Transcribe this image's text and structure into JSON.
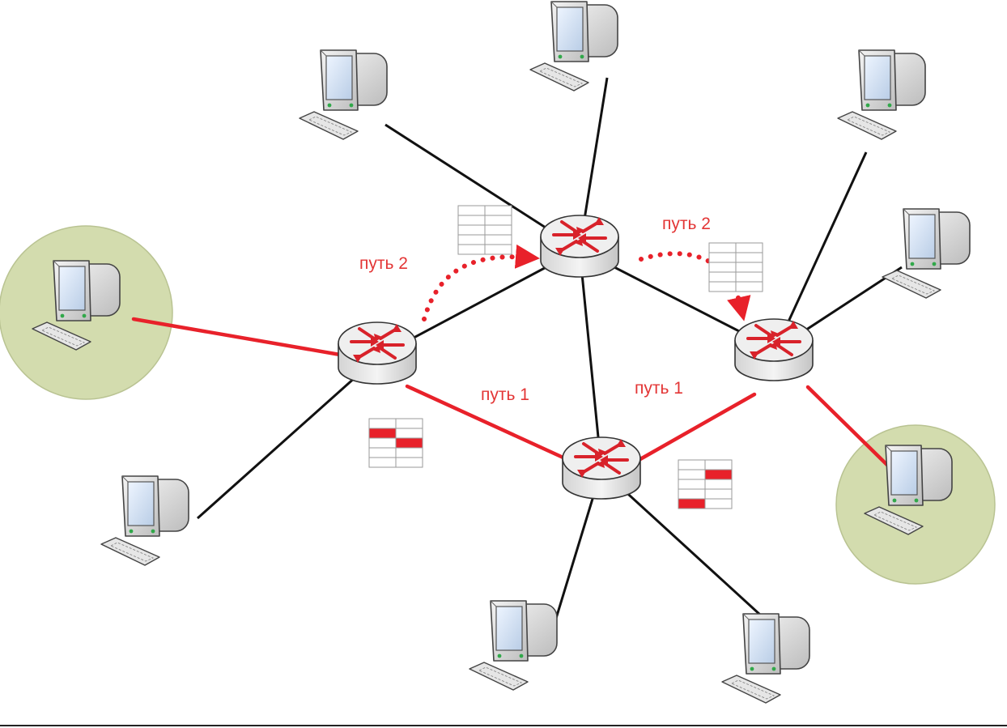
{
  "labels": {
    "path2_left": "путь 2",
    "path2_right": "путь 2",
    "path1_left": "путь 1",
    "path1_right": "путь 1"
  },
  "colors": {
    "path": "#e8212a",
    "link": "#111111",
    "highlight": "#d3dcae",
    "label": "#e33535"
  },
  "icons": {
    "router": "router-icon",
    "computer": "computer-icon",
    "routing_table": "routing-table-icon"
  },
  "routing_tables": {
    "rt_top_left": [
      [
        0,
        0
      ],
      [
        0,
        0
      ],
      [
        0,
        0
      ],
      [
        0,
        0
      ],
      [
        0,
        0
      ]
    ],
    "rt_top_right": [
      [
        0,
        0
      ],
      [
        0,
        0
      ],
      [
        0,
        0
      ],
      [
        0,
        0
      ],
      [
        0,
        0
      ]
    ],
    "rt_bottom_left": [
      [
        0,
        0
      ],
      [
        1,
        0
      ],
      [
        0,
        1
      ],
      [
        0,
        0
      ],
      [
        0,
        0
      ]
    ],
    "rt_bottom_right": [
      [
        0,
        0
      ],
      [
        0,
        1
      ],
      [
        0,
        0
      ],
      [
        0,
        0
      ],
      [
        1,
        0
      ]
    ]
  }
}
